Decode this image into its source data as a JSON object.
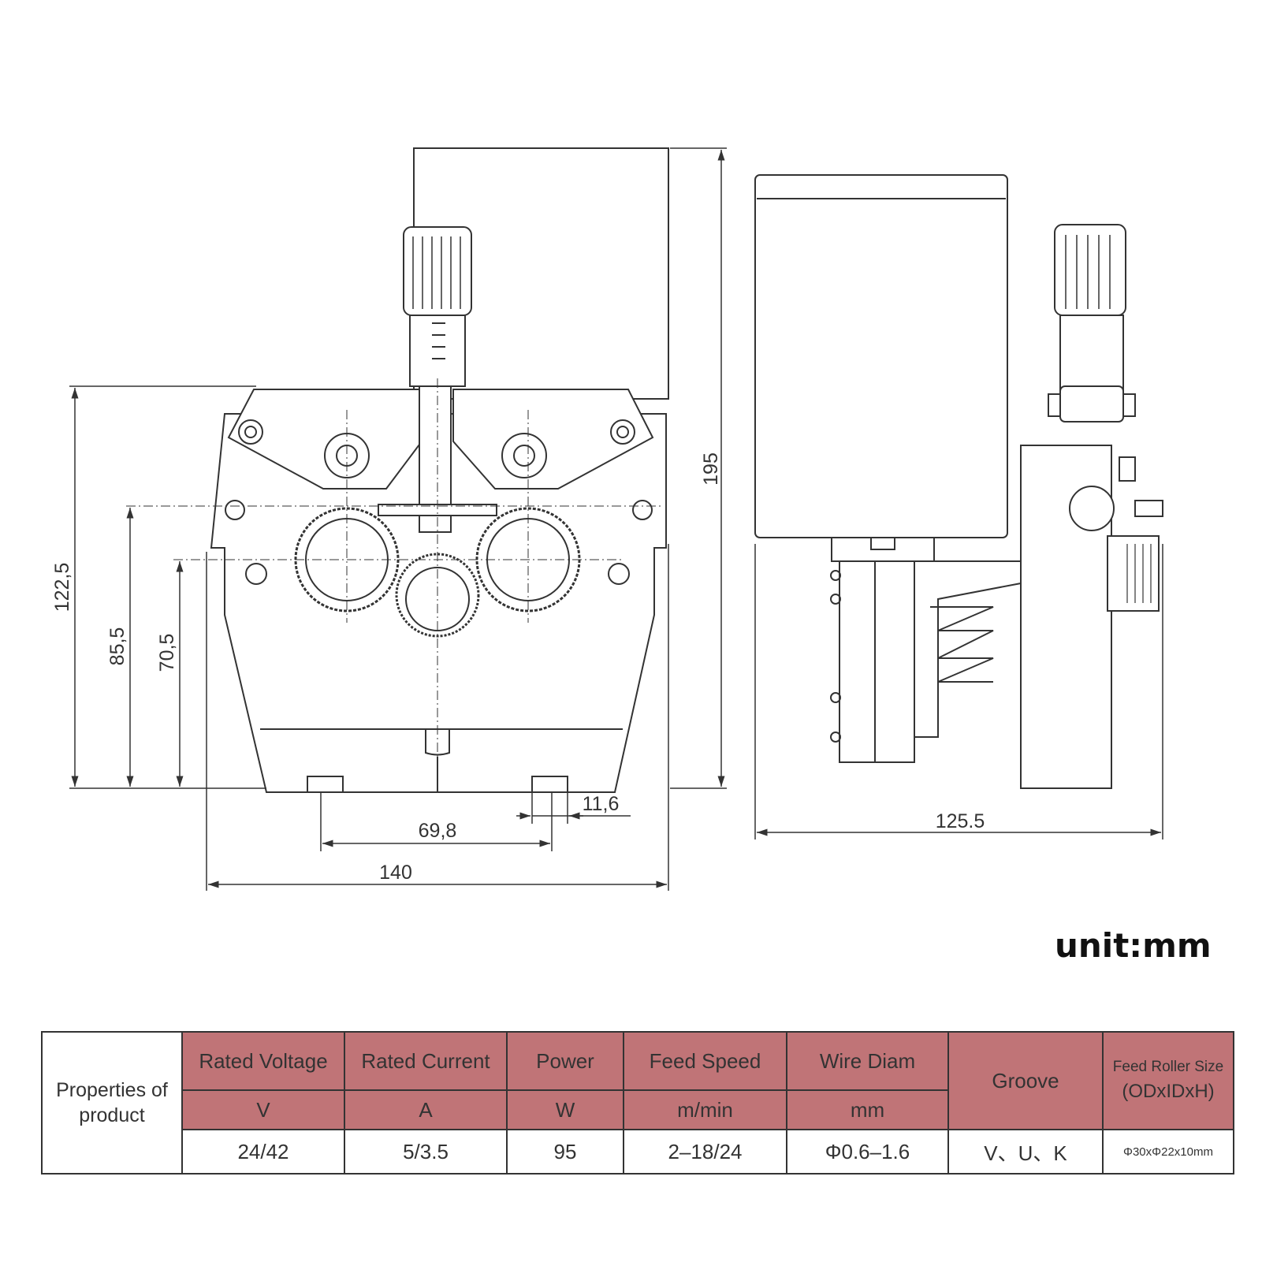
{
  "dimensions": {
    "d195": "195",
    "d122_5": "122,5",
    "d85_5": "85,5",
    "d70_5": "70,5",
    "d69_8": "69,8",
    "d11_6": "11,6",
    "d140": "140",
    "d125_5": "125.5"
  },
  "unit": "unit:mm",
  "table": {
    "row_label": "Properties of product",
    "columns": [
      {
        "name": "Rated Voltage",
        "unit": "V",
        "value": "24/42"
      },
      {
        "name": "Rated Current",
        "unit": "A",
        "value": "5/3.5"
      },
      {
        "name": "Power",
        "unit": "W",
        "value": "95"
      },
      {
        "name": "Feed Speed",
        "unit": "m/min",
        "value": "2–18/24"
      },
      {
        "name": "Wire Diam",
        "unit": "mm",
        "value": "Φ0.6–1.6"
      }
    ],
    "groove": {
      "name": "Groove",
      "value": "V、U、K"
    },
    "roller": {
      "name_line1": "Feed Roller Size",
      "name_line2": "(ODxIDxH)",
      "value": "Φ30xΦ22x10mm"
    }
  },
  "colors": {
    "header_bg": "#c07477",
    "line": "#333333"
  }
}
